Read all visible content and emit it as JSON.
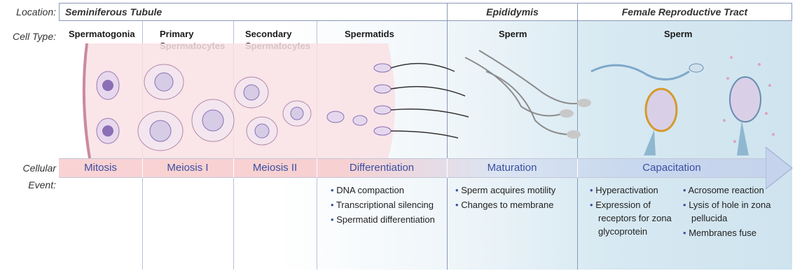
{
  "row_labels": {
    "location": "Location:",
    "cell_type": "Cell Type:",
    "cellular": "Cellular",
    "event": "Event:"
  },
  "locations": [
    "Seminiferous Tubule",
    "Epididymis",
    "Female Reproductive Tract"
  ],
  "cell_types": {
    "spermatogonia": "Spermatogonia",
    "primary_1": "Primary",
    "primary_2": "Spermatocytes",
    "secondary_1": "Secondary",
    "secondary_2": "Spermatocytes",
    "spermatids": "Spermatids",
    "sperm_epididymis": "Sperm",
    "sperm_female": "Sperm"
  },
  "events": [
    "Mitosis",
    "Meiosis I",
    "Meiosis II",
    "Differentiation",
    "Maturation",
    "Capacitation"
  ],
  "bullets": {
    "differentiation": [
      "DNA compaction",
      "Transcriptional silencing",
      "Spermatid differentiation"
    ],
    "maturation": [
      "Sperm acquires motility",
      "Changes to membrane"
    ],
    "capacitation_left": [
      "Hyperactivation",
      "Expression of receptors for zona glycoprotein"
    ],
    "capacitation_right": [
      "Acrosome reaction",
      "Lysis of hole in zona pellucida",
      "Membranes fuse"
    ]
  },
  "bullet_char": "•",
  "colors": {
    "event_text": "#3b4fa0",
    "arrow_pink": "#f7d0d2",
    "arrow_blue": "#c5d3ec",
    "panel_blue": "#cfe4ef"
  }
}
